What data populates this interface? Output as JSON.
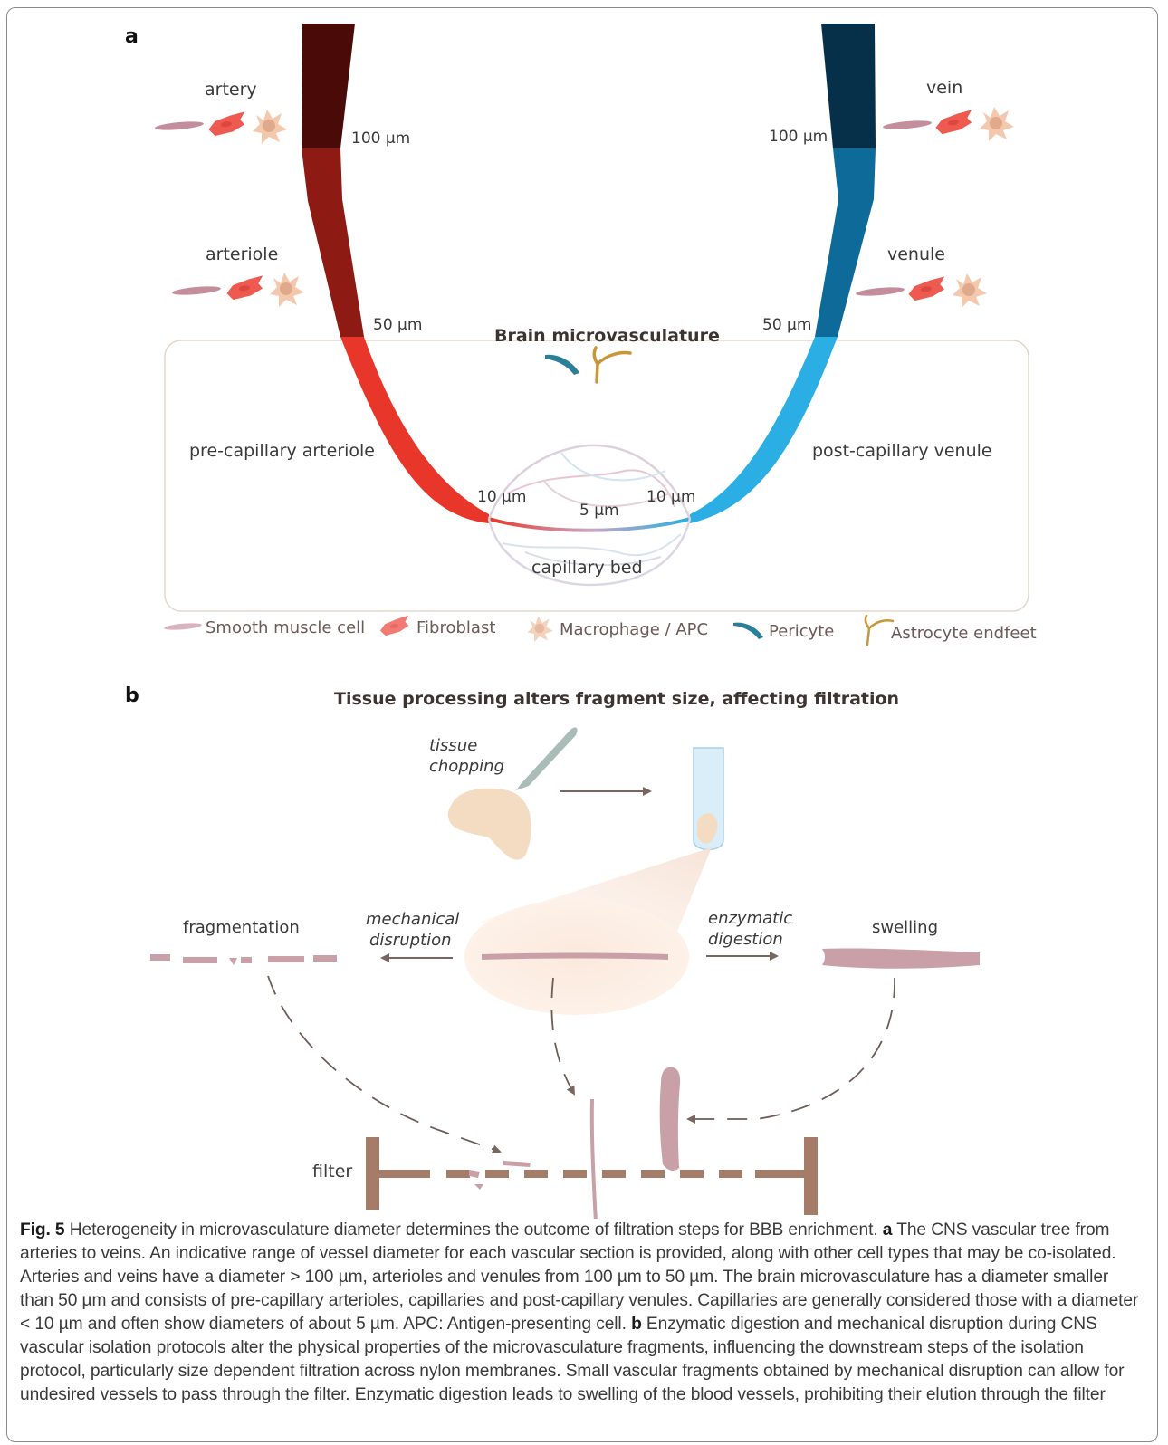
{
  "panel_a": {
    "letter": "a",
    "title": "Brain microvasculature",
    "labels": {
      "artery": "artery",
      "vein": "vein",
      "arteriole": "arteriole",
      "venule": "venule",
      "pre_capillary": "pre-capillary arteriole",
      "post_capillary": "post-capillary venule",
      "capillary_bed": "capillary bed"
    },
    "diameters": {
      "artery": "100 µm",
      "vein": "100 µm",
      "arteriole": "50 µm",
      "venule": "50 µm",
      "pre_cap": "10 µm",
      "post_cap": "10 µm",
      "capillary": "5 µm"
    },
    "legend": [
      "Smooth muscle cell",
      "Fibroblast",
      "Macrophage / APC",
      "Pericyte",
      "Astrocyte endfeet"
    ]
  },
  "panel_b": {
    "letter": "b",
    "title": "Tissue processing alters fragment size, affecting filtration",
    "tissue_line1": "tissue",
    "tissue_line2": "chopping",
    "fragmentation": "fragmentation",
    "mech_line1": "mechanical",
    "mech_line2": "disruption",
    "enz_line1": "enzymatic",
    "enz_line2": "digestion",
    "swelling": "swelling",
    "filter": "filter"
  },
  "caption": {
    "fig_label": "Fig. 5",
    "intro": " Heterogeneity in microvasculature diameter determines the outcome of filtration steps for BBB enrichment. ",
    "a_label": "a",
    "a_text": " The CNS vascular tree from arteries to veins. An indicative range of vessel diameter for each vascular section is provided, along with other cell types that may be co-isolated. Arteries and veins have a diameter > 100 µm, arterioles and venules from 100 µm to 50 µm. The brain microvasculature has a diameter smaller than 50 µm and consists of pre-capillary arterioles, capillaries and post-capillary venules. Capillaries are generally considered those with a diameter < 10 µm and often show diameters of about 5 µm. APC: Antigen-presenting cell. ",
    "b_label": "b",
    "b_text": " Enzymatic digestion and mechanical disruption during CNS vascular isolation protocols alter the physical properties of the microvasculature fragments, influencing the downstream steps of the isolation protocol, particularly size dependent filtration across nylon membranes. Small vascular fragments obtained by mechanical disruption can allow for undesired vessels to pass through the filter. Enzymatic digestion leads to swelling of the blood vessels, prohibiting their elution through the filter"
  },
  "colors": {
    "artery": "#4a0a08",
    "arteriole": "#8e1a14",
    "pre_capillary": "#e8372a",
    "vein": "#06304a",
    "venule": "#0e6a98",
    "post_capillary": "#2aaee4",
    "filter": "#a57c68",
    "fragment": "#c9a0a8",
    "arrow": "#7a6660",
    "tissue": "#f3dcc2",
    "pericyte": "#2a7f99",
    "astrocyte": "#c9963a"
  }
}
